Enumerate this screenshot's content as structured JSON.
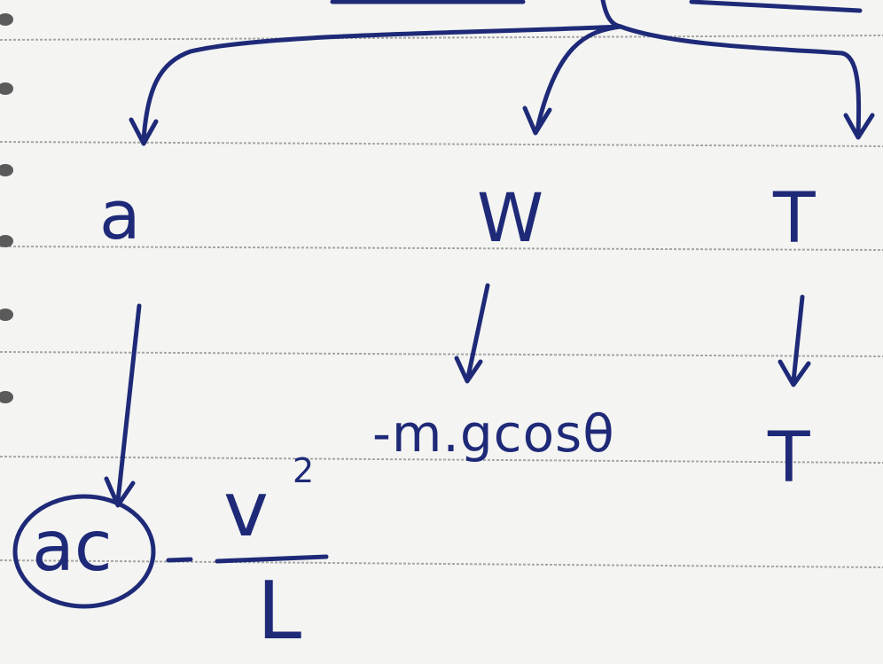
{
  "labels": {
    "a": "a",
    "w": "W",
    "t": "T",
    "w_expr": "-m.gcosθ",
    "t_expr": "T",
    "ac": "ac",
    "equals": "=",
    "numerator": "v",
    "exponent": "2",
    "denominator": "L"
  },
  "colors": {
    "ink": "#1e2a78",
    "paper": "#f4f4f2",
    "rule": "#8d8d8d"
  }
}
